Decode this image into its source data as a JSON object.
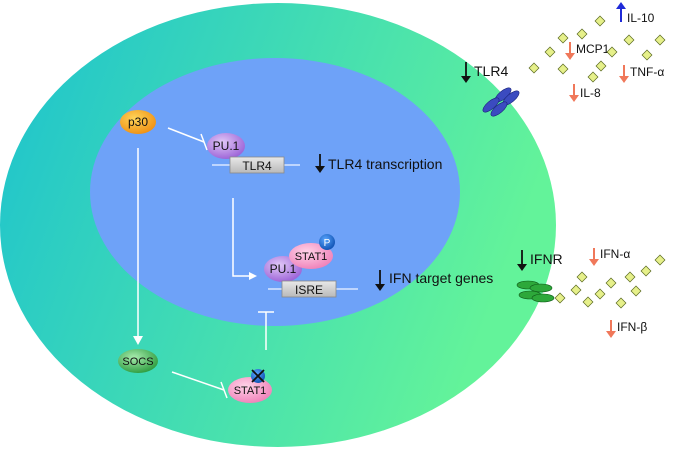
{
  "labels": {
    "p30": "p30",
    "pu1_top": "PU.1",
    "tlr4_box": "TLR4",
    "tlr4_transcription": "TLR4 transcription",
    "stat1_p": "STAT1",
    "p_badge": "P",
    "pu1_bottom": "PU.1",
    "isre_box": "ISRE",
    "ifn_target_genes": "IFN target genes",
    "socs": "SOCS",
    "stat1_bottom": "STAT1",
    "tlr4_receptor": "TLR4",
    "ifnr": "IFNR",
    "il10": "IL-10",
    "mcp1": "MCP1",
    "tnf": "TNF-α",
    "il8": "IL-8",
    "ifn_alpha": "IFN-α",
    "ifn_beta": "IFN-β"
  },
  "colors": {
    "outer_cell_left": "#1fc6cc",
    "outer_cell_right": "#5cf29a",
    "nucleus": "#6fa3f7",
    "p30_fill": "#f6a21a",
    "pu1_fill": "#b07ee0",
    "stat1_fill": "#f59ac8",
    "socs_fill": "#3ba84a",
    "p_badge_fill": "#1c6fd1",
    "down_arrow": "#111111",
    "up_arrow_blue": "#1f2ad8",
    "down_arrow_salmon": "#f0785a",
    "ligand_fill": "#e6f08a",
    "tlr4_receptor_fill": "#2b3aa8",
    "ifnr_fill": "#1e8a2e"
  }
}
